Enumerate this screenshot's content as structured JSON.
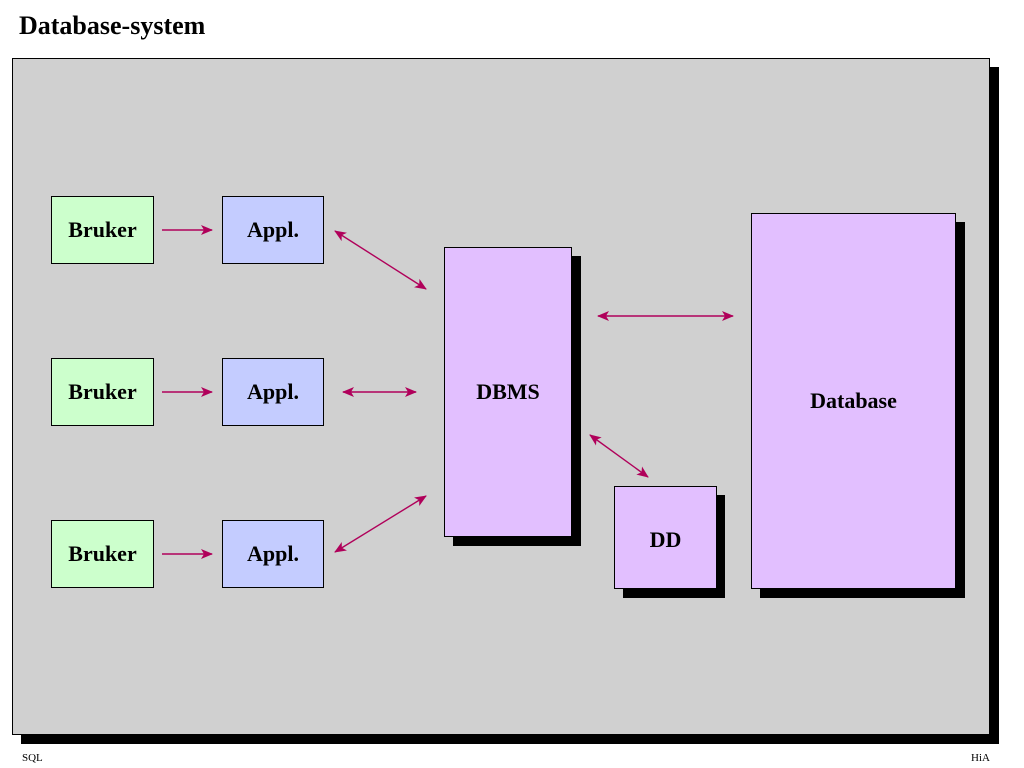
{
  "title": "Database-system",
  "nodes": {
    "user_label": "Bruker",
    "app_label": "Appl.",
    "dbms_label": "DBMS",
    "dd_label": "DD",
    "database_label": "Database"
  },
  "footer": {
    "left": "SQL",
    "right": "HiA"
  },
  "colors": {
    "panel": "#d0d0d0",
    "user": "#ccffcc",
    "app": "#c4ccff",
    "system": "#e2bfff",
    "arrow": "#b0005a"
  }
}
